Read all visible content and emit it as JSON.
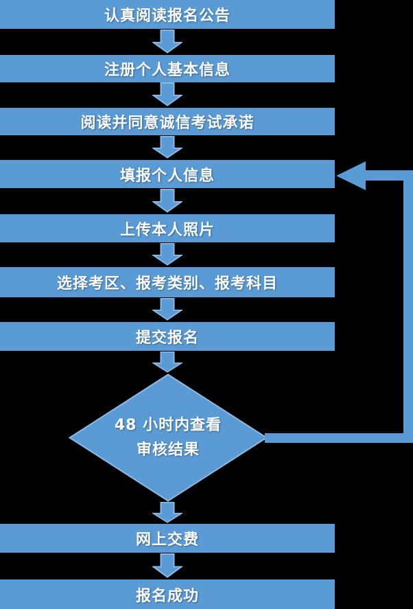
{
  "diagram": {
    "type": "flowchart",
    "background_color": "#000000",
    "shape_fill_color": "#5B9BD5",
    "shape_border_color": "#8FB8E2",
    "text_color": "#FFFFFF",
    "steps": [
      {
        "label": "认真阅读报名公告"
      },
      {
        "label": "注册个人基本信息"
      },
      {
        "label": "阅读并同意诚信考试承诺"
      },
      {
        "label": "填报个人信息"
      },
      {
        "label": "上传本人照片"
      },
      {
        "label": "选择考区、报考类别、报考科目"
      },
      {
        "label": "提交报名"
      },
      {
        "label": "网上交费"
      },
      {
        "label": "报名成功"
      }
    ],
    "decision": {
      "line1": "48 小时内查看",
      "line2": "审核结果"
    },
    "feedback_loop": {
      "from": "决策菱形右侧",
      "to": "填报个人信息"
    }
  }
}
